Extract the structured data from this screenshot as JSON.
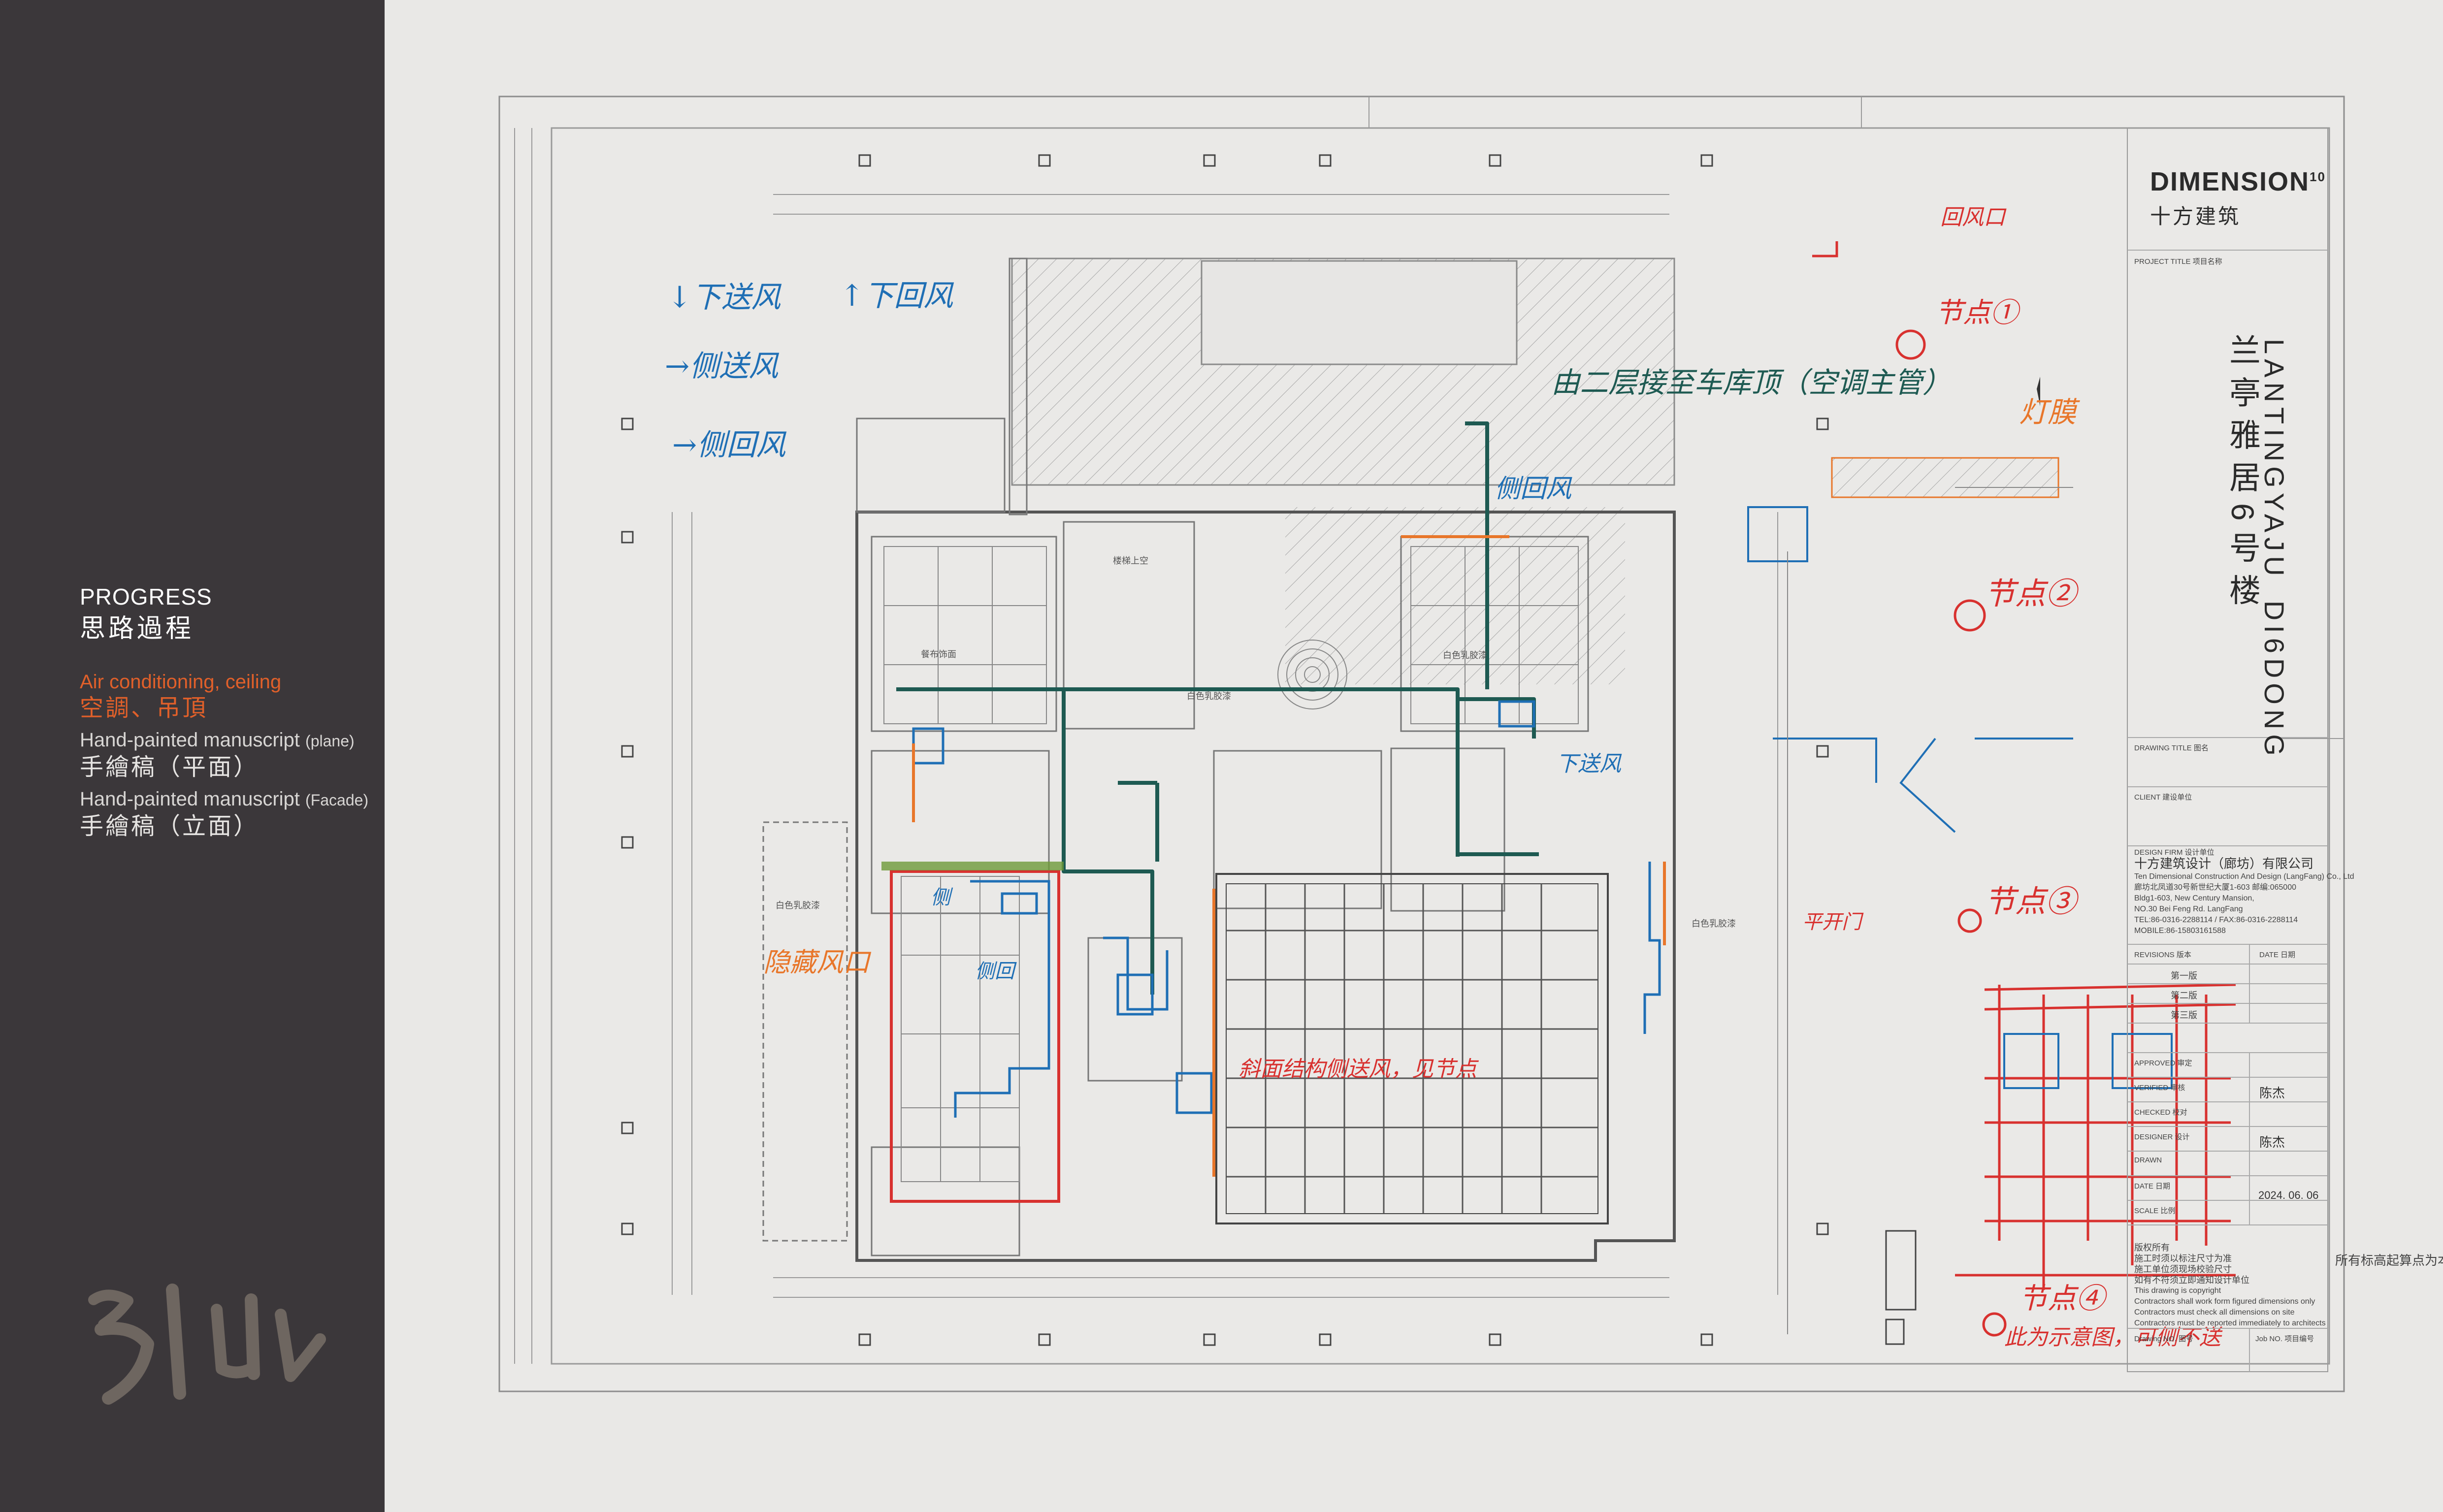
{
  "sidebar": {
    "section_en": "PROGRESS",
    "section_zh": "思路過程",
    "items": [
      {
        "en": "Air conditioning, ceiling",
        "zh": "空調、吊頂",
        "active": true
      },
      {
        "en": "Hand-painted manuscript",
        "en_note": "(plane)",
        "zh": "手繪稿（平面）",
        "active": false
      },
      {
        "en": "Hand-painted manuscript",
        "en_note": "(Facade)",
        "zh": "手繪稿（立面）",
        "active": false
      }
    ]
  },
  "title_block": {
    "brand": "DIMENSION",
    "brand_sup": "10",
    "brand_zh": "十方建筑",
    "project_title_label": "PROJECT TITLE 项目名称",
    "project_name_zh": "兰亭雅居6号楼",
    "project_name_en_1": "LANTINGYAJU",
    "project_name_en_2": "DI6DONG",
    "drawing_title_label": "DRAWING TITLE 图名",
    "client_label": "CLIENT 建设单位",
    "design_firm_label": "DESIGN FIRM 设计单位",
    "firm_zh": "十方建筑设计（廊坊）有限公司",
    "firm_en": "Ten Dimensional Construction And Design (LangFang) Co., Ltd",
    "firm_addr_zh": "廊坊北凤道30号新世纪大厦1-603  邮编:065000",
    "firm_addr_1": "Bldg1-603,  New Century Mansion,",
    "firm_addr_2": "NO.30 Bei Feng Rd.  LangFang",
    "firm_tel": "TEL:86-0316-2288114 / FAX:86-0316-2288114",
    "firm_mobile": "MOBILE:86-15803161588",
    "revisions_label": "REVISIONS 版本",
    "date_label": "DATE 日期",
    "revisions": [
      "第一版",
      "第二版",
      "第三版"
    ],
    "approved_label": "APPROVED 审定",
    "verified_label": "VERIFIED 审核",
    "checked_label": "CHECKED 校对",
    "designer_label": "DESIGNER 设计",
    "drawn_label": "DRAWN",
    "date2_label": "DATE 日期",
    "scale_label": "SCALE 比例",
    "verified_name": "陈杰",
    "designer_name": "陈杰",
    "date_value": "2024. 06. 06",
    "copyright_zh_1": "版权所有",
    "copyright_zh_2": "施工时须以标注尺寸为准",
    "copyright_zh_3": "施工单位须现场校验尺寸",
    "copyright_zh_4": "如有不符须立即通知设计单位",
    "copyright_en_1": "This drawing is copyright",
    "copyright_en_2": "Contractors shall work form figured dimensions only",
    "copyright_en_3": "Contractors must check all dimensions on site",
    "copyright_en_4": "Contractors must be reported immediately to architects",
    "drawing_no_label": "Drawing NO. 图号",
    "job_no_label": "Job NO. 项目编号"
  },
  "notes": {
    "down_supply": "↓下送风",
    "down_return": "↑下回风",
    "side_supply": "→侧送风",
    "side_return": "→侧回风",
    "main_pipe": "由二层接至车库顶（空调主管）",
    "side_return_2": "侧回风",
    "down_supply_2": "下送风",
    "return_vent": "回风口",
    "node_1": "节点①",
    "light_film": "灯膜",
    "node_2": "节点②",
    "node_3": "节点③",
    "node_4": "节点④",
    "hidden_vent": "隐藏风口",
    "slanted_note": "斜面结构侧送风，见节点",
    "platform_light": "平开门",
    "node_extra": "此为示意图，可侧不送",
    "small_side": "侧",
    "return_small": "侧回"
  },
  "plan_labels": {
    "stair": "楼梯上空",
    "white_plaster_1": "白色乳胶漆",
    "white_plaster_2": "白色乳胶漆",
    "white_plaster_3": "白色乳胶漆",
    "white_plaster_4": "白色乳胶漆",
    "fabric": "餐布饰面",
    "caption": "所有标高起算点为本层楼地面完成面"
  },
  "colors": {
    "sidebar": "#3b373a",
    "active": "#e1602a",
    "blue_note": "#1f6fb5",
    "green_pipe": "#1e5a52",
    "red_note": "#d8312f",
    "orange_note": "#e8762a"
  }
}
